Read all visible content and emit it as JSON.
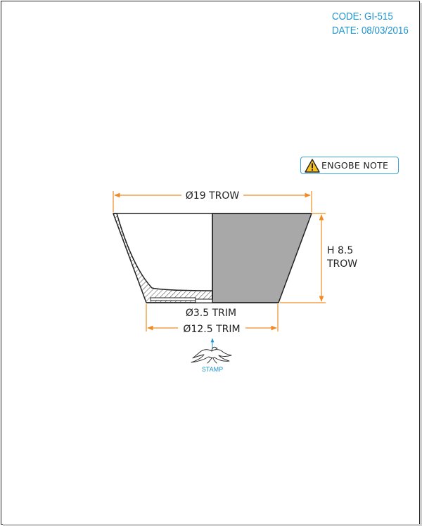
{
  "header": {
    "code": "CODE: GI-515",
    "date": "DATE: 08/03/2016"
  },
  "note_button": {
    "label": "ENGOBE NOTE",
    "icon": "warning-icon"
  },
  "dimensions": {
    "top_diameter": "Ø19 TROW",
    "height_line1": "H 8.5",
    "height_line2": "TROW",
    "foot_diameter": "Ø3.5 TRIM",
    "base_diameter": "Ø12.5 TRIM"
  },
  "stamp": {
    "label": "STAMP",
    "icon": "bird-stamp-icon"
  },
  "colors": {
    "accent_blue": "#1f94cf",
    "dimension_orange": "#f08a24",
    "body_fill": "#a8a8a8",
    "outline": "#222222"
  }
}
